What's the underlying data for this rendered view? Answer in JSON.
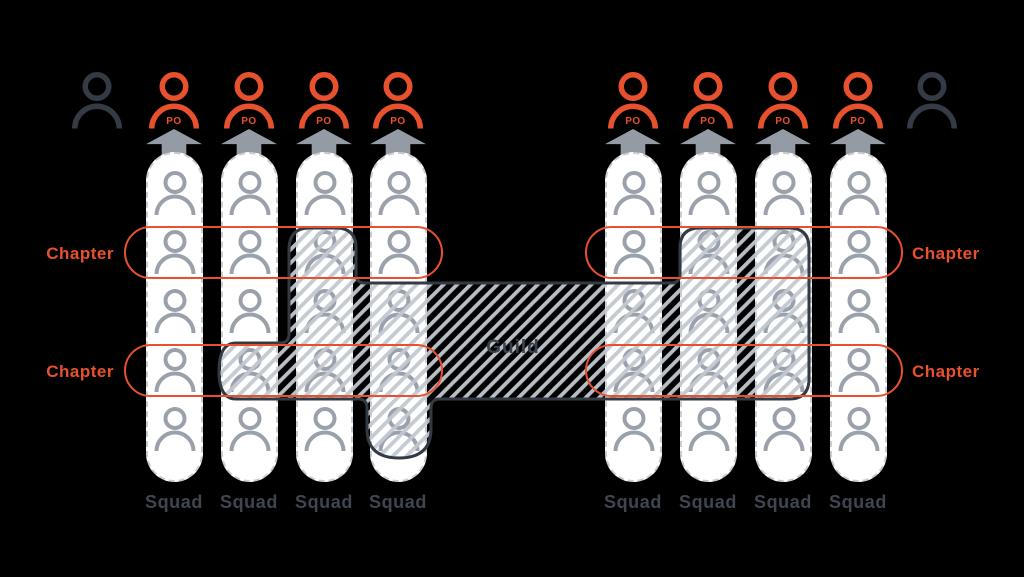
{
  "diagram_title": "squad-chapter-guild-org-model",
  "colors": {
    "background": "#000000",
    "orange": "#E8512E",
    "charcoal": "#343B44",
    "person_gray": "#9AA1AB",
    "arrow_gray": "#949BA4",
    "column_fill": "#FFFFFF",
    "column_border": "#C9CDD2",
    "squad_text": "#3F4650",
    "guild_text": "#39414B",
    "guild_outline": "#333A43",
    "hatch_stripe": "#C2C8CF"
  },
  "icons": {
    "tribe_lead": "person-outline-icon",
    "product_owner": "person-outline-icon",
    "squad_member": "person-outline-icon",
    "squad_arrow": "up-arrow-icon"
  },
  "squads": [
    {
      "label": "Squad",
      "po_label": "PO",
      "members": 5
    },
    {
      "label": "Squad",
      "po_label": "PO",
      "members": 5
    },
    {
      "label": "Squad",
      "po_label": "PO",
      "members": 5
    },
    {
      "label": "Squad",
      "po_label": "PO",
      "members": 5
    },
    {
      "label": "Squad",
      "po_label": "PO",
      "members": 5
    },
    {
      "label": "Squad",
      "po_label": "PO",
      "members": 5
    },
    {
      "label": "Squad",
      "po_label": "PO",
      "members": 5
    },
    {
      "label": "Squad",
      "po_label": "PO",
      "members": 5
    }
  ],
  "chapters": [
    {
      "label": "Chapter",
      "side": "left",
      "row": 1
    },
    {
      "label": "Chapter",
      "side": "left",
      "row": 2
    },
    {
      "label": "Chapter",
      "side": "right",
      "row": 1
    },
    {
      "label": "Chapter",
      "side": "right",
      "row": 2
    }
  ],
  "guild": {
    "label": "Guild"
  }
}
